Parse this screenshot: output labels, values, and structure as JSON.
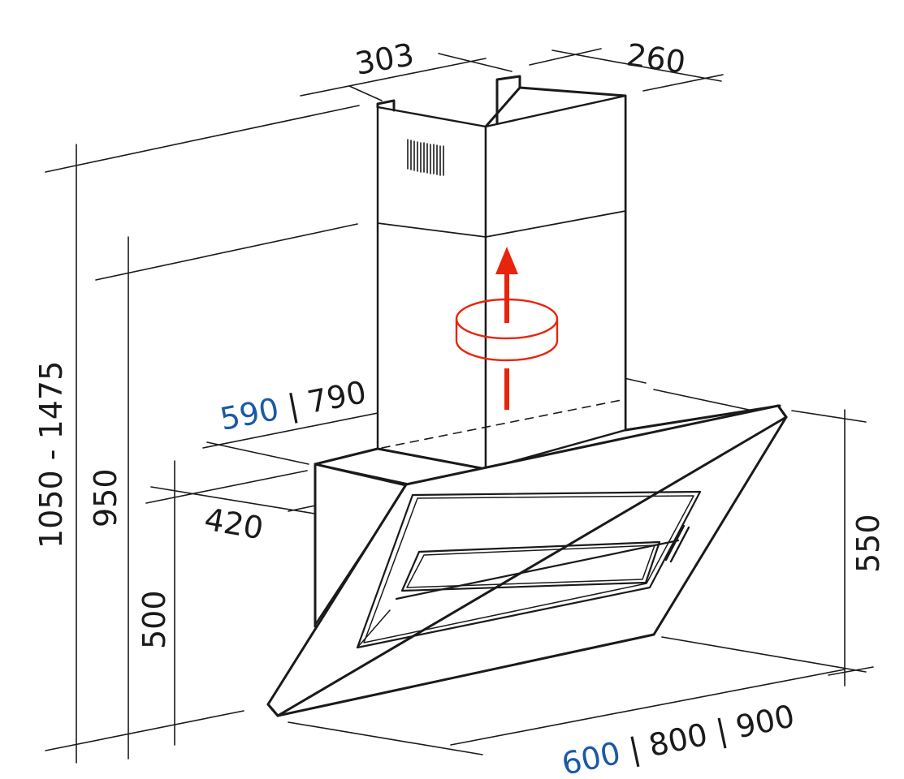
{
  "colors": {
    "ink": "#1a1a1a",
    "accent": "#1b5aa3",
    "airflow": "#e8250c"
  },
  "dimensions": {
    "chimney_width": "303",
    "chimney_depth": "260",
    "total_height": "1050 - 1475",
    "height_950": "950",
    "height_500": "500",
    "body_depth": "420",
    "depth_options": {
      "primary": "590",
      "separator": " | ",
      "secondary": "790"
    },
    "glass_height": "550",
    "width_options": {
      "primary": "600",
      "rest": " | 800 | 900"
    }
  },
  "icons": {
    "airflow": "airflow-arrow-icon",
    "motor": "motor-cylinder-icon",
    "vent": "vent-grille-icon"
  }
}
